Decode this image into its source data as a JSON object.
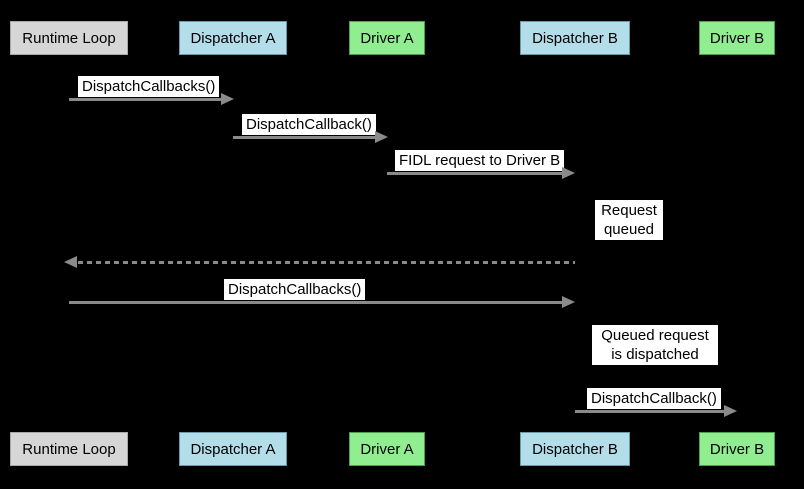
{
  "participants": [
    {
      "id": "runtime-loop",
      "label": "Runtime Loop",
      "fill": "#d6d6d6",
      "border": "#a8a8a8"
    },
    {
      "id": "dispatcher-a",
      "label": "Dispatcher A",
      "fill": "#b3dde9",
      "border": "#6b9aad"
    },
    {
      "id": "driver-a",
      "label": "Driver A",
      "fill": "#90ee90",
      "border": "#4e9e50"
    },
    {
      "id": "dispatcher-b",
      "label": "Dispatcher B",
      "fill": "#b3dde9",
      "border": "#6b9aad"
    },
    {
      "id": "driver-b",
      "label": "Driver B",
      "fill": "#90ee90",
      "border": "#4e9e50"
    }
  ],
  "messages": [
    {
      "label": "DispatchCallbacks()",
      "from": "runtime-loop",
      "to": "dispatcher-a",
      "style": "solid",
      "direction": "right"
    },
    {
      "label": "DispatchCallback()",
      "from": "dispatcher-a",
      "to": "driver-a",
      "style": "solid",
      "direction": "right"
    },
    {
      "label": "FIDL request to Driver B",
      "from": "driver-a",
      "to": "dispatcher-b",
      "style": "solid",
      "direction": "right"
    },
    {
      "label": "",
      "from": "dispatcher-b",
      "to": "runtime-loop",
      "style": "dashed",
      "direction": "left"
    },
    {
      "label": "DispatchCallbacks()",
      "from": "runtime-loop",
      "to": "dispatcher-b",
      "style": "solid",
      "direction": "right"
    },
    {
      "label": "DispatchCallback()",
      "from": "dispatcher-b",
      "to": "driver-b",
      "style": "solid",
      "direction": "right"
    }
  ],
  "notes": [
    {
      "label": "Request queued",
      "at": "dispatcher-b"
    },
    {
      "label": "Queued request is dispatched",
      "at": "dispatcher-b"
    }
  ],
  "colors": {
    "background": "#000000",
    "arrow": "#8a8a8a",
    "label_background": "#ffffff",
    "label_text": "#000000"
  }
}
